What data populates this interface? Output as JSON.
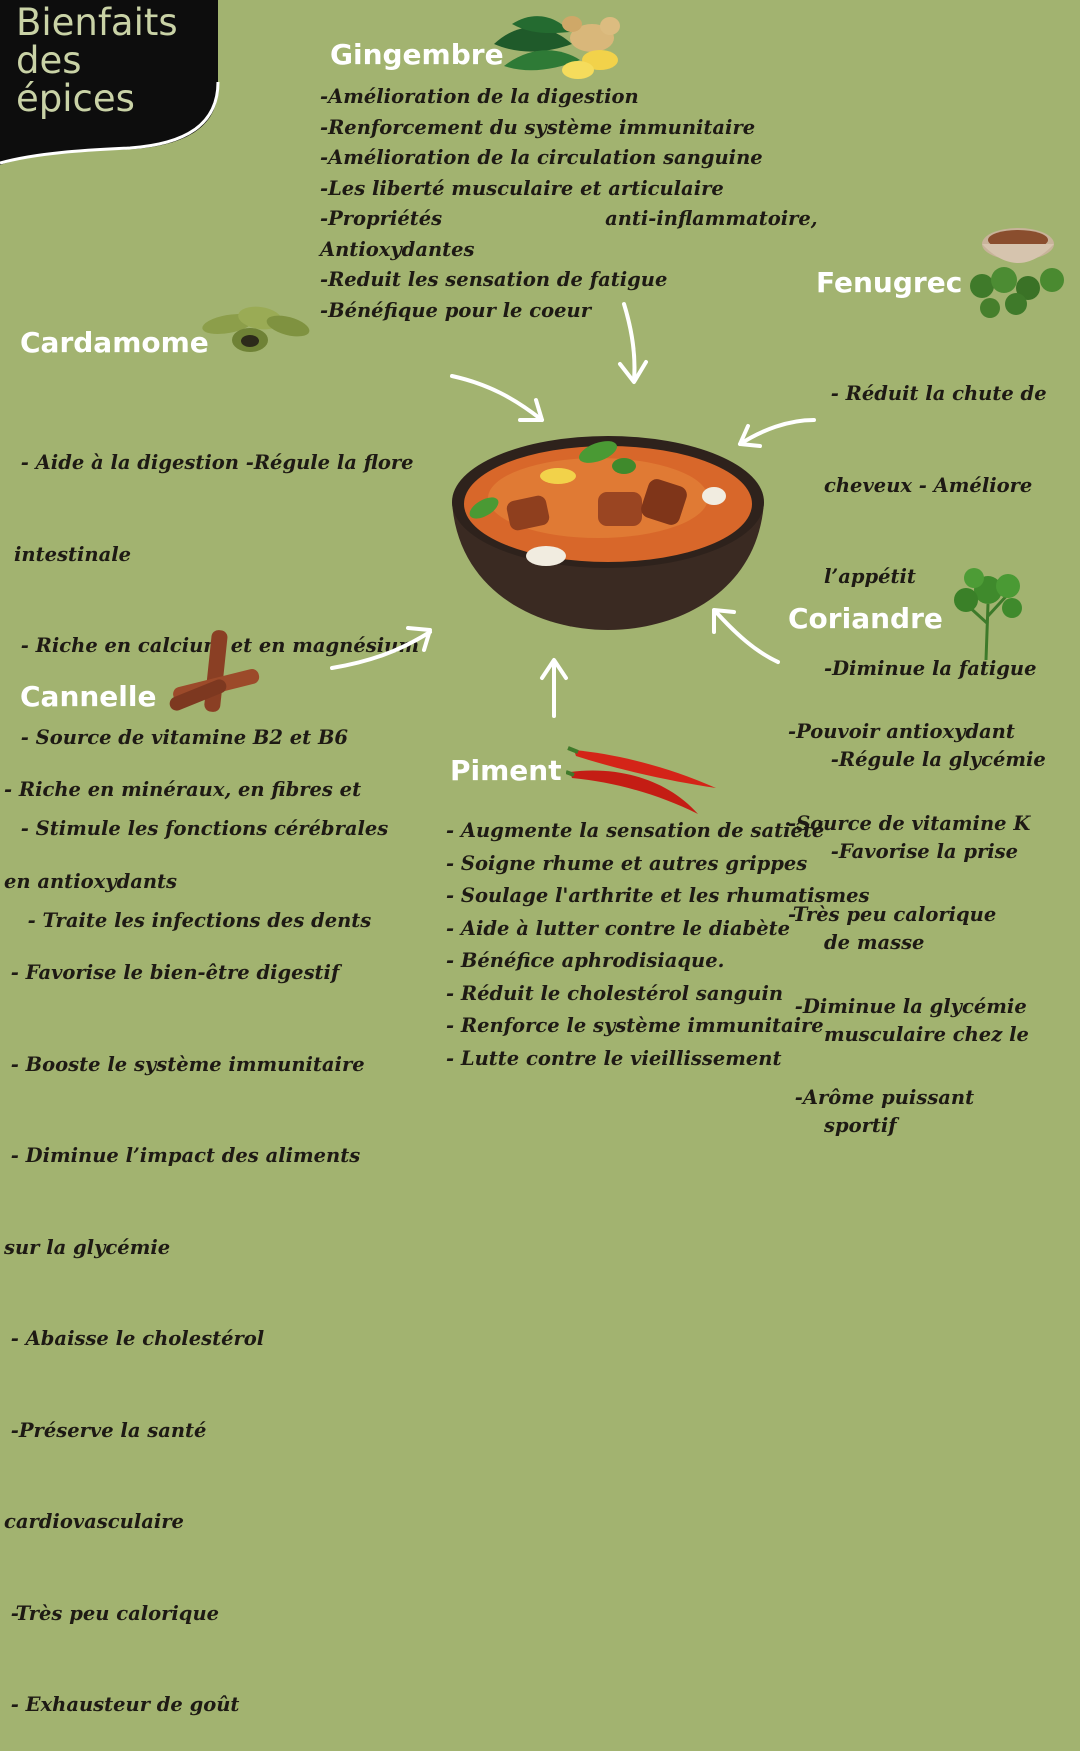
{
  "corner_title": "Bienfaits\ndes\népices",
  "colors": {
    "background": "#a2b370",
    "heading": "#ffffff",
    "body_text": "#1e1a14",
    "title_tab": "#0d0d0d",
    "title_text": "#c9d2a6"
  },
  "sections": {
    "gingembre": {
      "title": "Gingembre",
      "items": [
        "-Amélioration de la digestion",
        "-Renforcement du système immunitaire",
        "-Amélioration de la circulation sanguine",
        "-Les liberté musculaire et articulaire",
        "-Propriétés                        anti-inflammatoire,",
        "Antioxydantes",
        "-Reduit les sensation de fatigue",
        "-Bénéfique pour le coeur"
      ]
    },
    "cardamome": {
      "title": "Cardamome",
      "items": [
        " - Aide à la digestion -Régule la flore",
        "intestinale",
        " - Riche en calcium et en magnésium",
        " - Source de vitamine B2 et B6",
        " - Stimule les fonctions cérébrales",
        "  - Traite les infections des dents"
      ]
    },
    "fenugrec": {
      "title": "Fenugrec",
      "items": [
        " - Réduit la chute de",
        "cheveux - Améliore",
        "l’appétit",
        "-Diminue la fatigue",
        " -Régule la glycémie",
        " -Favorise la prise",
        "de masse",
        "musculaire chez le",
        "sportif"
      ]
    },
    "coriandre": {
      "title": "Coriandre",
      "items": [
        "-Pouvoir antioxydant",
        "-Source de vitamine K",
        "-Très peu calorique",
        " -Diminue la glycémie",
        " -Arôme puissant"
      ]
    },
    "cannelle": {
      "title": "Cannelle",
      "items": [
        "- Riche en minéraux, en fibres et",
        "en antioxydants",
        " - Favorise le bien-être digestif",
        " - Booste le système immunitaire",
        " - Diminue l’impact des aliments",
        "sur la glycémie",
        " - Abaisse le cholestérol",
        " -Préserve la santé",
        "cardiovasculaire",
        " -Très peu calorique",
        " - Exhausteur de goût"
      ]
    },
    "piment": {
      "title": "Piment",
      "items": [
        "- Augmente la sensation de satiété",
        "- Soigne rhume et autres grippes",
        "- Soulage l'arthrite et les rhumatismes",
        "- Aide à lutter contre le diabète",
        "- Bénéfice aphrodisiaque.",
        "- Réduit le cholestérol sanguin",
        "- Renforce le système immunitaire",
        "- Lutte contre le vieillissement"
      ]
    }
  }
}
